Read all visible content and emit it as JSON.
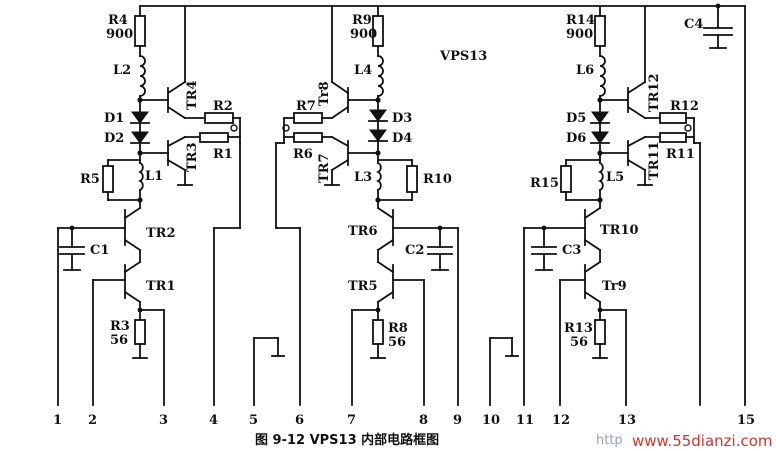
{
  "chip_label": "VPS13",
  "caption": "图 9-12    VPS13 内部电路框图",
  "watermark": {
    "site": "www.55dianzi.com",
    "prefix": "http"
  },
  "components": {
    "R4": "R4",
    "R4v": "900",
    "L2": "L2",
    "TR4": "TR4",
    "R2": "R2",
    "D1": "D1",
    "D2": "D2",
    "TR3": "TR3",
    "R1": "R1",
    "R5": "R5",
    "L1": "L1",
    "TR2": "TR2",
    "C1": "C1",
    "TR1": "TR1",
    "R3": "R3",
    "R3v": "56",
    "R9": "R9",
    "R9v": "900",
    "L4": "L4",
    "Tr8": "Tr8",
    "R7": "R7",
    "D3": "D3",
    "R6": "R6",
    "D4": "D4",
    "TR7": "TR7",
    "L3": "L3",
    "R10": "R10",
    "TR6": "TR6",
    "C2": "C2",
    "TR5": "TR5",
    "R8": "R8",
    "R8v": "56",
    "R14": "R14",
    "R14v": "900",
    "C4": "C4",
    "L6": "L6",
    "TR12": "TR12",
    "D5": "D5",
    "R12": "R12",
    "D6": "D6",
    "TR11": "TR11",
    "R11": "R11",
    "R15": "R15",
    "L5": "L5",
    "TR10": "TR10",
    "C3": "C3",
    "Tr9": "Tr9",
    "R13": "R13",
    "R13v": "56"
  },
  "pins": [
    "1",
    "2",
    "3",
    "4",
    "5",
    "6",
    "7",
    "8",
    "9",
    "10",
    "11",
    "12",
    "13",
    "15"
  ]
}
